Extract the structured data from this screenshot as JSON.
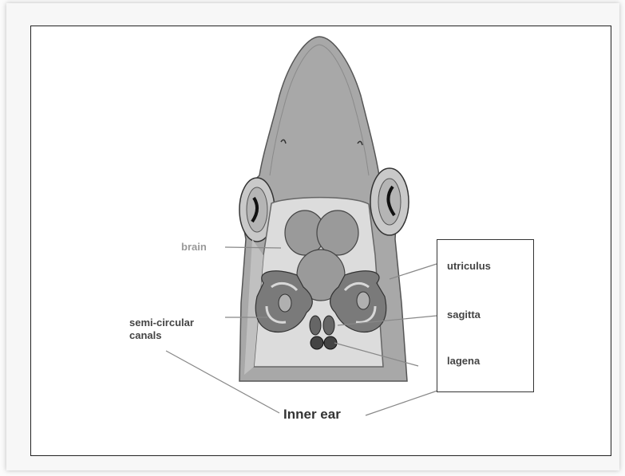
{
  "labels": {
    "brain": "brain",
    "semi_circular_line1": "semi-circular",
    "semi_circular_line2": "canals",
    "utriculus": "utriculus",
    "sagitta": "sagitta",
    "lagena": "lagena",
    "inner_ear": "Inner ear"
  },
  "colors": {
    "head_fill": "#a8a8a8",
    "body_fill": "#cfcfcf",
    "ear_fill": "#7a7a7a",
    "brain_fill": "#9a9a9a",
    "leader": "#888888"
  }
}
